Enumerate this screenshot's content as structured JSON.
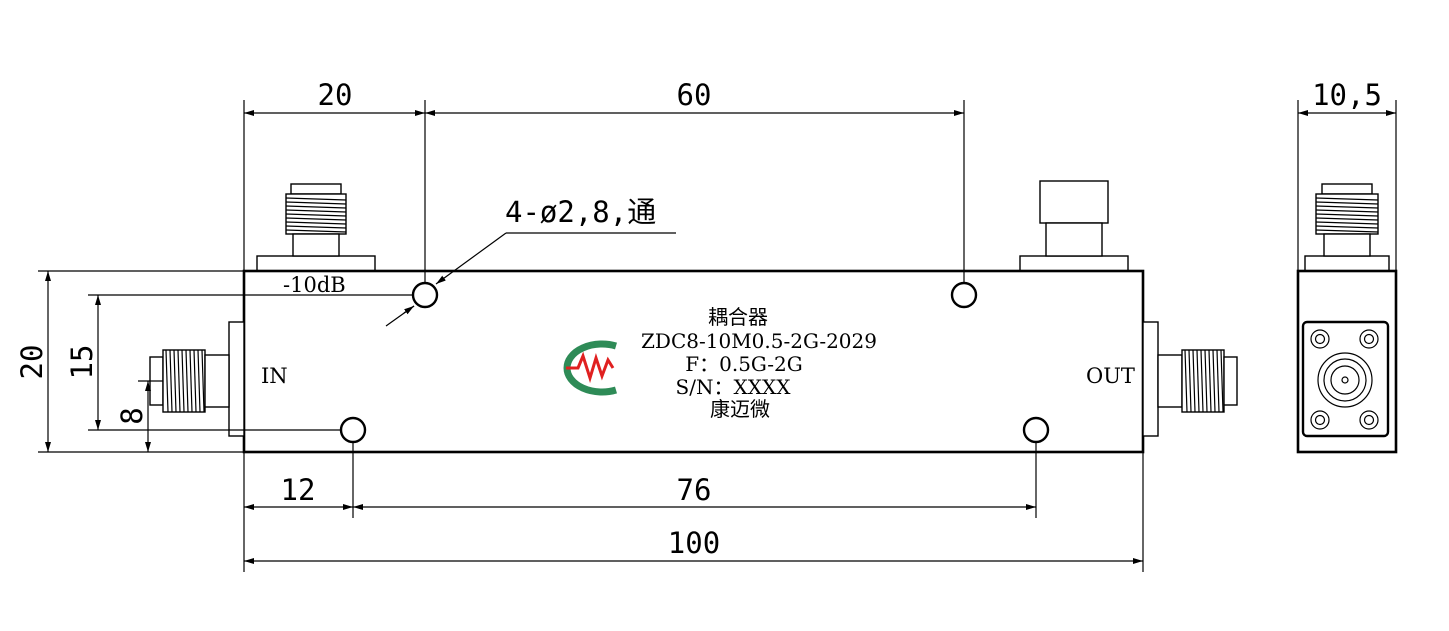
{
  "dimensions": {
    "top_left": "20",
    "top_middle": "60",
    "right_view_width": "10,5",
    "hole_note": "4-ø2,8,通",
    "left_height_total": "20",
    "left_height_mid": "15",
    "left_height_low": "8",
    "bottom_left": "12",
    "bottom_middle": "76",
    "bottom_total": "100"
  },
  "labels": {
    "coupling": "-10dB",
    "input_port": "IN",
    "output_port": "OUT",
    "product_name": "耦合器",
    "model": "ZDC8-10M0.5-2G-2029",
    "frequency": "F：0.5G-2G",
    "serial": "S/N：XXXX",
    "brand": "康迈微"
  },
  "colors": {
    "logo_green": "#2e8b57",
    "logo_red": "#e02020",
    "line": "#000000"
  }
}
